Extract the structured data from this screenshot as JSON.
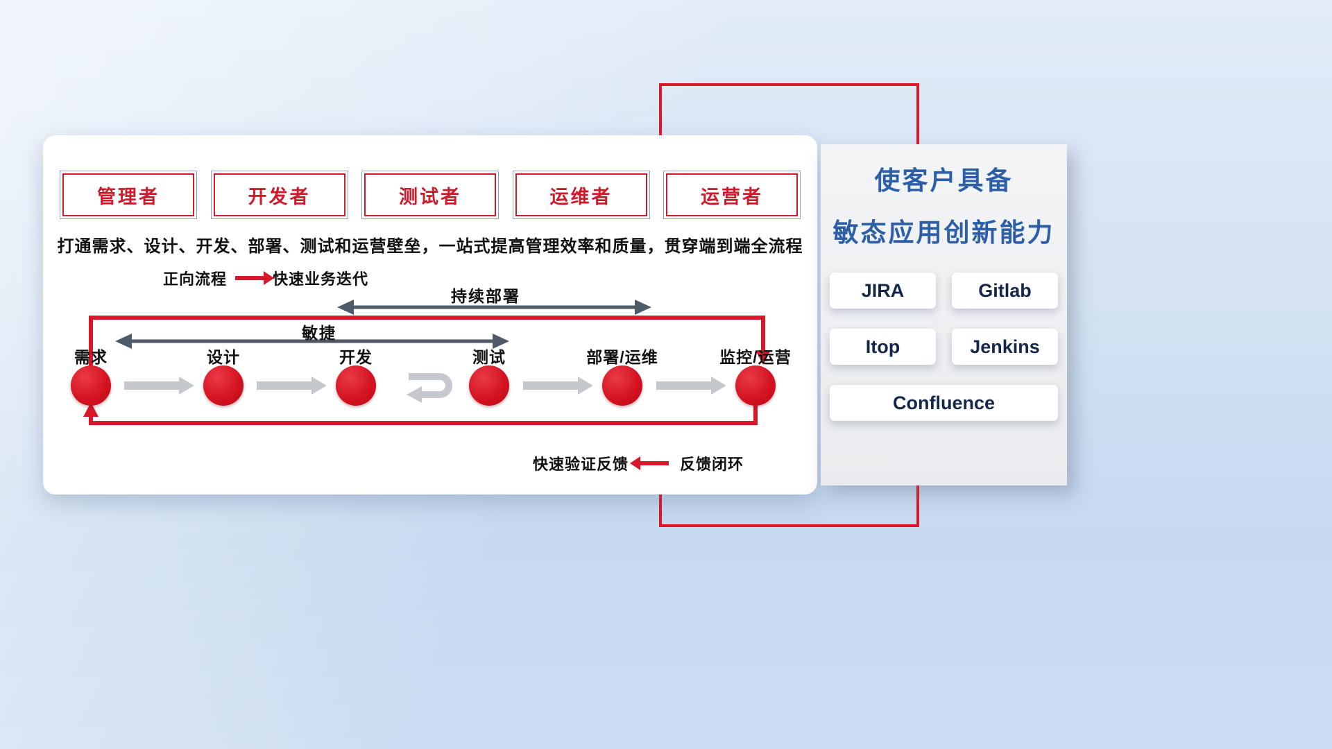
{
  "roles": [
    "管理者",
    "开发者",
    "测试者",
    "运维者",
    "运营者"
  ],
  "description": "打通需求、设计、开发、部署、测试和运营壁垒，一站式提高管理效率和质量，贯穿端到端全流程",
  "legend_forward": {
    "label": "正向流程",
    "value": "快速业务迭代"
  },
  "legend_feedback": {
    "label": "快速验证反馈",
    "value": "反馈闭环"
  },
  "arrows": {
    "continuous_deploy": "持续部署",
    "agile": "敏捷"
  },
  "pipeline": [
    "需求",
    "设计",
    "开发",
    "测试",
    "部署/运维",
    "监控/运营"
  ],
  "right_panel": {
    "title_line1": "使客户具备",
    "title_line2": "敏态应用创新能力",
    "tools": [
      "JIRA",
      "Gitlab",
      "Itop",
      "Jenkins",
      "Confluence"
    ]
  },
  "colors": {
    "accent_red": "#d8182a",
    "title_blue": "#2d5fa9",
    "arrow_slate": "#4e5a68",
    "flow_gray": "#c5c8cd",
    "tool_text_navy": "#14264a"
  }
}
